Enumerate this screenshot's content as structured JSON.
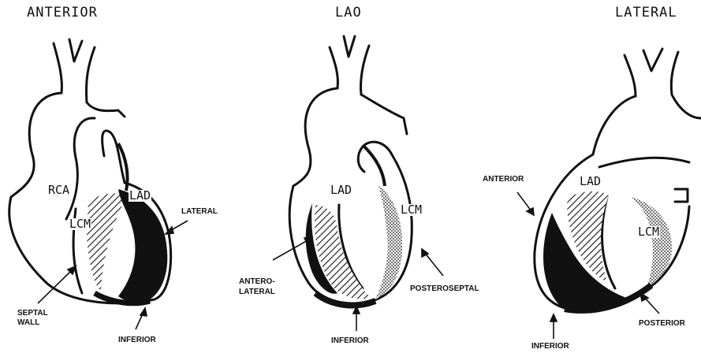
{
  "views": {
    "anterior": {
      "title": "ANTERIOR",
      "vessels": {
        "rca": "RCA",
        "lad": "LAD",
        "lcm": "LCM"
      },
      "walls": {
        "lateral": "LATERAL",
        "septal_line1": "SEPTAL",
        "septal_line2": "WALL",
        "inferior": "INFERIOR"
      }
    },
    "lao": {
      "title": "LAO",
      "vessels": {
        "lad": "LAD",
        "lcm": "LCM"
      },
      "walls": {
        "anterolateral_line1": "ANTERO-",
        "anterolateral_line2": "LATERAL",
        "posteroseptal": "POSTEROSEPTAL",
        "inferior": "INFERIOR"
      }
    },
    "lateral": {
      "title": "LATERAL",
      "vessels": {
        "lad": "LAD",
        "lcm": "LCM"
      },
      "walls": {
        "anterior": "ANTERIOR",
        "posterior": "POSTERIOR",
        "inferior": "INFERIOR"
      }
    }
  }
}
